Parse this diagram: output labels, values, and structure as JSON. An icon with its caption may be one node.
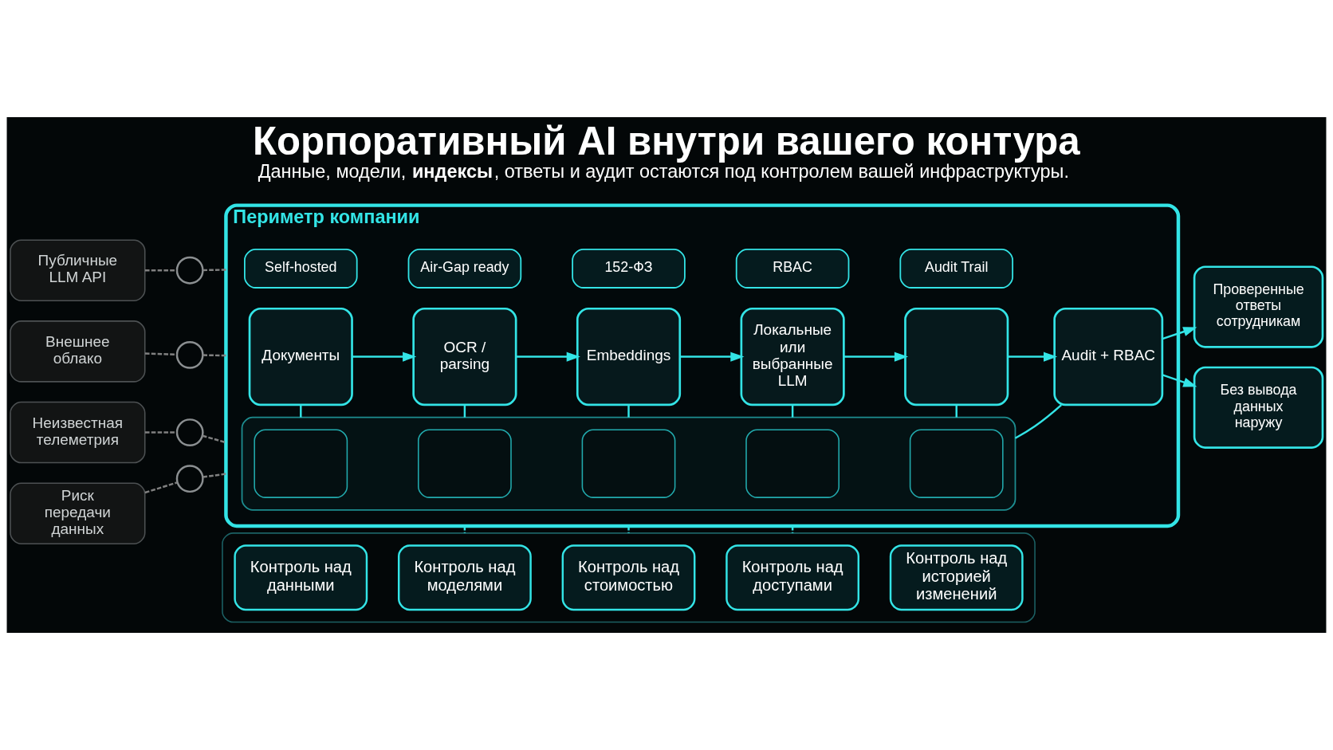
{
  "diagram": {
    "title": "Корпоративный AI внутри вашего контура",
    "caption": "Данные, модели, **индексы**, ответы и аудит остаются под контролем вашей инфраструктуры.",
    "nodes": [
      {
        "text": [
          "Периметр компании"
        ]
      },
      {
        "text": [
          "Self-hosted"
        ],
        "in": 0
      },
      {
        "text": [
          "Air-Gap ready"
        ],
        "in": 0
      },
      {
        "text": [
          "152-ФЗ"
        ],
        "in": 0
      },
      {
        "text": [
          "RBAC"
        ],
        "in": 0
      },
      {
        "text": [
          "Audit Trail"
        ],
        "in": 0
      },
      {
        "text": [
          "Документы"
        ],
        "in": 0
      },
      {
        "text": [
          "OCR / parsing"
        ],
        "in": 0
      },
      {
        "text": [
          "Embeddings"
        ],
        "in": 0
      },
      {
        "text": [
          "Локальные или выбранные LLM"
        ],
        "in": 0
      },
      {
        "text": [],
        "shape": "box",
        "in": 0
      },
      {
        "text": [
          "Audit + RBAC"
        ],
        "in": 0
      },
      {
        "text": [],
        "shape": "box",
        "in": 0
      },
      {
        "text": [],
        "shape": "box",
        "in": 12
      },
      {
        "text": [],
        "shape": "box",
        "in": 12
      },
      {
        "text": [],
        "shape": "box",
        "in": 12
      },
      {
        "text": [],
        "shape": "box",
        "in": 12
      },
      {
        "text": [],
        "shape": "box",
        "in": 12
      },
      {
        "text": [
          "Публичные LLM API"
        ]
      },
      {
        "text": [
          "Внешнее облако"
        ]
      },
      {
        "text": [
          "Неизвестная телеметрия"
        ]
      },
      {
        "text": [
          "Риск передачи данных"
        ]
      },
      {
        "text": [],
        "shape": "circle"
      },
      {
        "text": [],
        "shape": "circle"
      },
      {
        "text": [],
        "shape": "circle"
      },
      {
        "text": [],
        "shape": "circle"
      },
      {
        "text": [
          "Проверенные ответы сотрудникам"
        ]
      },
      {
        "text": [
          "Без вывода данных наружу"
        ]
      },
      {
        "text": [],
        "shape": "box"
      },
      {
        "text": [
          "Контроль над данными"
        ],
        "in": 28
      },
      {
        "text": [
          "Контроль над моделями"
        ],
        "in": 28
      },
      {
        "text": [
          "Контроль над стоимостью"
        ],
        "in": 28
      },
      {
        "text": [
          "Контроль над доступами"
        ],
        "in": 28
      },
      {
        "text": [
          "Контроль над историей изменений"
        ],
        "in": 28
      }
    ],
    "edges": [
      {
        "from": 6,
        "to": 7,
        "arrow": "to"
      },
      {
        "from": 7,
        "to": 8,
        "arrow": "to"
      },
      {
        "from": 8,
        "to": 9,
        "arrow": "to"
      },
      {
        "from": 9,
        "to": 10,
        "arrow": "to"
      },
      {
        "from": 10,
        "to": 11,
        "arrow": "to"
      },
      {
        "from": 6,
        "to": 12,
        "arrow": "none"
      },
      {
        "from": 7,
        "to": 12,
        "arrow": "none"
      },
      {
        "from": 8,
        "to": 12,
        "arrow": "none"
      },
      {
        "from": 9,
        "to": 12,
        "arrow": "none"
      },
      {
        "from": 10,
        "to": 12,
        "arrow": "none"
      },
      {
        "from": 11,
        "to": 12,
        "arrow": "none"
      },
      {
        "from": 11,
        "to": 26,
        "arrow": "to"
      },
      {
        "from": 11,
        "to": 27,
        "arrow": "to"
      },
      {
        "from": 18,
        "to": 22,
        "arrow": "none",
        "style": "dashed",
        "color": "#808080"
      },
      {
        "from": 19,
        "to": 23,
        "arrow": "none",
        "style": "dashed",
        "color": "#808080"
      },
      {
        "from": 20,
        "to": 24,
        "arrow": "none",
        "style": "dashed",
        "color": "#808080"
      },
      {
        "from": 21,
        "to": 25,
        "arrow": "none",
        "style": "dashed",
        "color": "#808080"
      },
      {
        "from": 22,
        "to": 0,
        "arrow": "none",
        "style": "dashed",
        "color": "#808080"
      },
      {
        "from": 23,
        "to": 0,
        "arrow": "none",
        "style": "dashed",
        "color": "#808080"
      },
      {
        "from": 24,
        "to": 0,
        "arrow": "none",
        "style": "dashed",
        "color": "#808080"
      },
      {
        "from": 25,
        "to": 0,
        "arrow": "none",
        "style": "dashed",
        "color": "#808080"
      },
      {
        "from": 0,
        "to": 28,
        "arrow": "none",
        "style": "dashed"
      },
      {
        "from": 0,
        "to": 28,
        "arrow": "none",
        "style": "dashed"
      },
      {
        "from": 0,
        "to": 28,
        "arrow": "none",
        "style": "dashed"
      }
    ]
  }
}
